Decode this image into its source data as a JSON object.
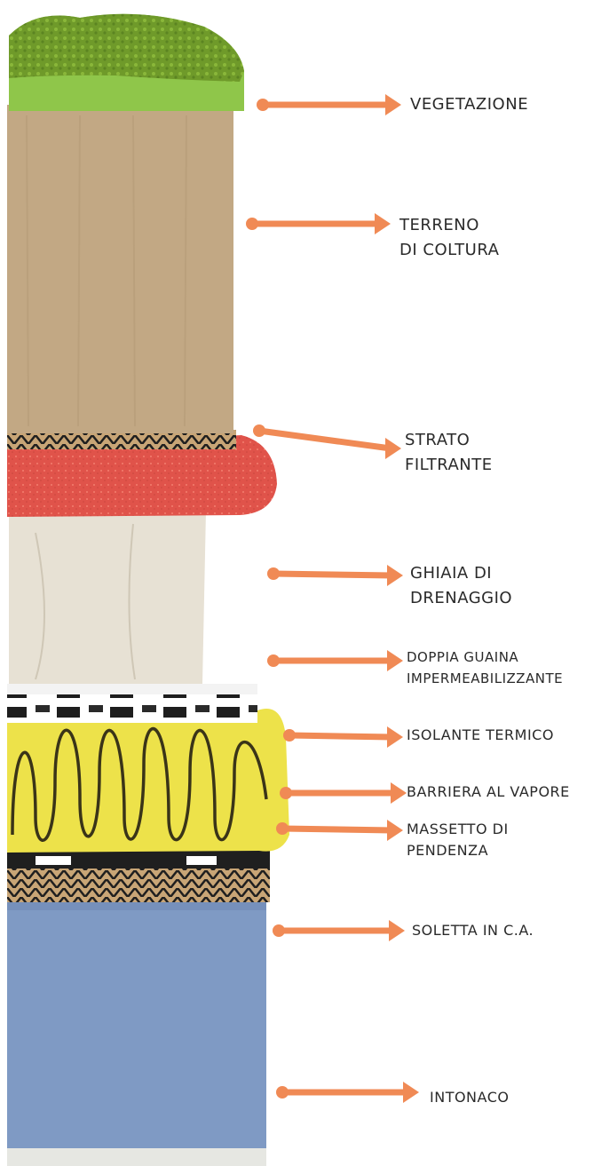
{
  "diagram": {
    "layers": [
      {
        "id": "vegetazione",
        "lines": [
          "VEGETAZIONE"
        ]
      },
      {
        "id": "terreno",
        "lines": [
          "TERRENO",
          "DI COLTURA"
        ]
      },
      {
        "id": "strato",
        "lines": [
          "STRATO",
          "FILTRANTE"
        ]
      },
      {
        "id": "ghiaia",
        "lines": [
          "GHIAIA DI",
          "DRENAGGIO"
        ]
      },
      {
        "id": "doppia",
        "lines": [
          "DOPPIA GUAINA",
          "IMPERMEABILIZZANTE"
        ]
      },
      {
        "id": "isolante",
        "lines": [
          "ISOLANTE TERMICO"
        ]
      },
      {
        "id": "barriera",
        "lines": [
          "BARRIERA AL VAPORE"
        ]
      },
      {
        "id": "massetto",
        "lines": [
          "MASSETTO DI",
          "PENDENZA"
        ]
      },
      {
        "id": "soletta",
        "lines": [
          "SOLETTA IN C.A."
        ]
      },
      {
        "id": "intonaco",
        "lines": [
          "INTONACO"
        ]
      }
    ],
    "colors": {
      "arrow": "#f08a55",
      "vegetation": "#8fc64a",
      "soil": "#c2a884",
      "filter": "#e0534a",
      "gravel": "#e7e1d4",
      "insulation": "#ede24a",
      "slab": "#7f9ac4"
    }
  }
}
